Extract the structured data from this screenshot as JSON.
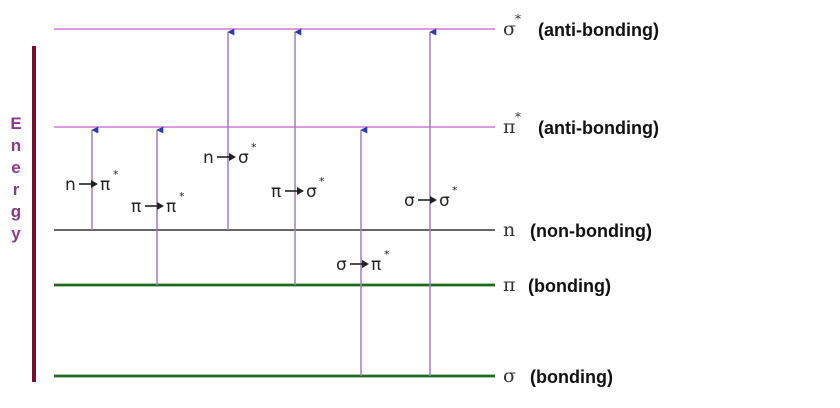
{
  "energy_label": [
    "E",
    "n",
    "e",
    "r",
    "g",
    "y"
  ],
  "colors": {
    "axis": "#7b0a2e",
    "energy_text": "#8a3a8a",
    "antibonding_line": "#d98ad9",
    "nonbonding_line": "#333333",
    "bonding_line": "#1e6b1e",
    "arrow_line": "#9d7fc4",
    "arrow_head": "#2a3ab0"
  },
  "levels": [
    {
      "id": "sigma_star",
      "symbol": "σ",
      "sup": "*",
      "label": "(anti-bonding)",
      "type": "antibonding"
    },
    {
      "id": "pi_star",
      "symbol": "π",
      "sup": "*",
      "label": "(anti-bonding)",
      "type": "antibonding"
    },
    {
      "id": "n",
      "symbol": "n",
      "sup": "",
      "label": "(non-bonding)",
      "type": "nonbonding"
    },
    {
      "id": "pi",
      "symbol": "π",
      "sup": "",
      "label": "(bonding)",
      "type": "bonding"
    },
    {
      "id": "sigma",
      "symbol": "σ",
      "sup": "",
      "label": "(bonding)",
      "type": "bonding"
    }
  ],
  "transitions": [
    {
      "id": "n_pi_star",
      "from": "n",
      "to": "pi_star",
      "from_sym": "n",
      "to_sym": "π",
      "sup": "*"
    },
    {
      "id": "pi_pi_star",
      "from": "pi",
      "to": "pi_star",
      "from_sym": "π",
      "to_sym": "π",
      "sup": "*"
    },
    {
      "id": "n_sigma_star",
      "from": "n",
      "to": "sigma_star",
      "from_sym": "n",
      "to_sym": "σ",
      "sup": "*"
    },
    {
      "id": "pi_sigma_star",
      "from": "pi",
      "to": "sigma_star",
      "from_sym": "π",
      "to_sym": "σ",
      "sup": "*"
    },
    {
      "id": "sigma_pi_star",
      "from": "sigma",
      "to": "pi_star",
      "from_sym": "σ",
      "to_sym": "π",
      "sup": "*"
    },
    {
      "id": "sigma_sigma_star",
      "from": "sigma",
      "to": "sigma_star",
      "from_sym": "σ",
      "to_sym": "σ",
      "sup": "*"
    }
  ]
}
